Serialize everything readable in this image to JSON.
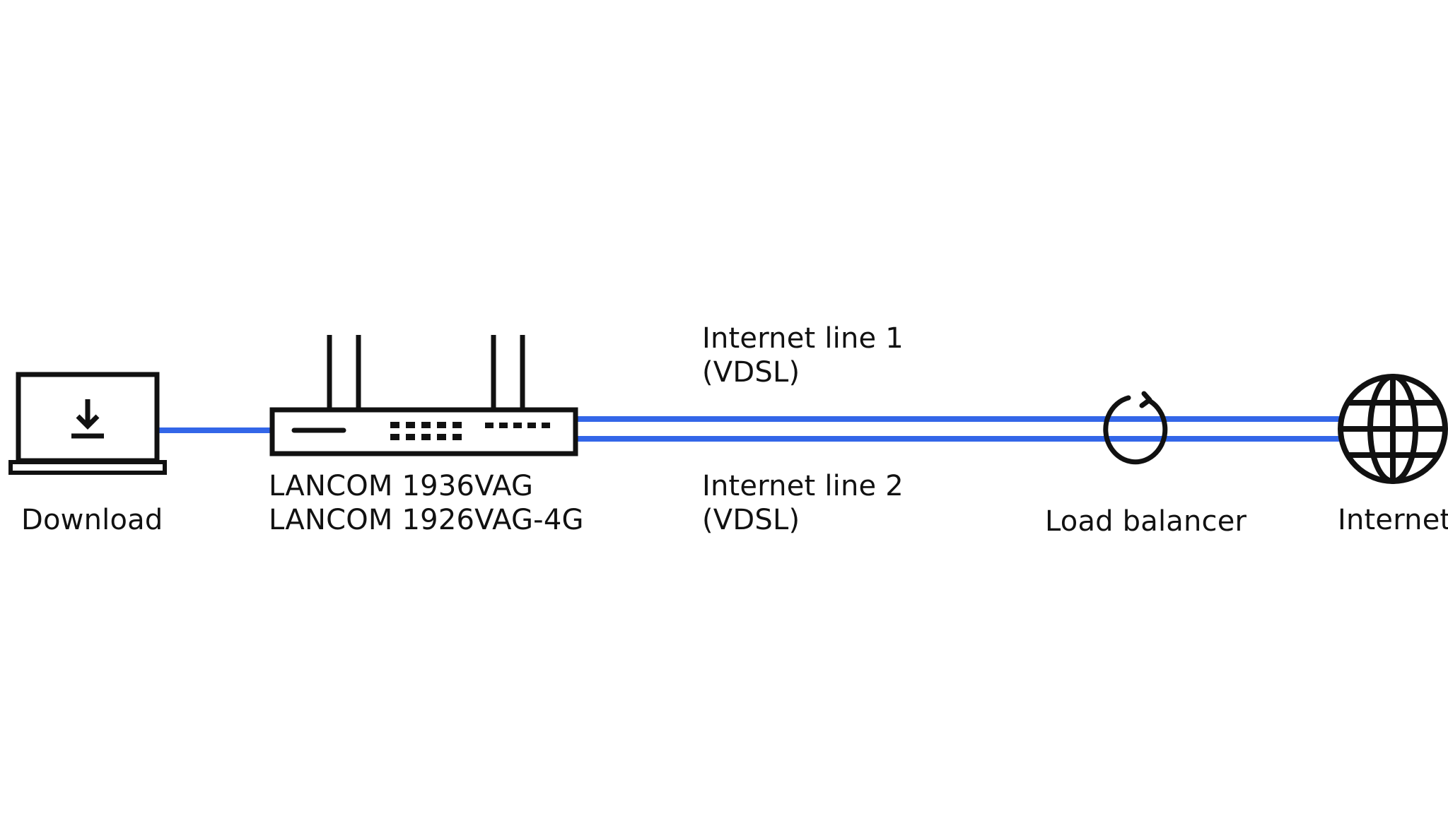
{
  "colors": {
    "link": "#3366e8",
    "stroke": "#111111",
    "background": "#ffffff"
  },
  "nodes": {
    "download": {
      "label": "Download",
      "icon": "laptop-download-icon"
    },
    "router": {
      "label_line1": "LANCOM 1936VAG",
      "label_line2": "LANCOM 1926VAG-4G",
      "icon": "router-icon"
    },
    "load_balancer": {
      "label": "Load balancer",
      "icon": "rotate-arrow-icon"
    },
    "internet": {
      "label": "Internet",
      "icon": "globe-icon"
    }
  },
  "links": {
    "line1": {
      "title": "Internet line 1",
      "type": "(VDSL)"
    },
    "line2": {
      "title": "Internet line 2",
      "type": "(VDSL)"
    }
  }
}
